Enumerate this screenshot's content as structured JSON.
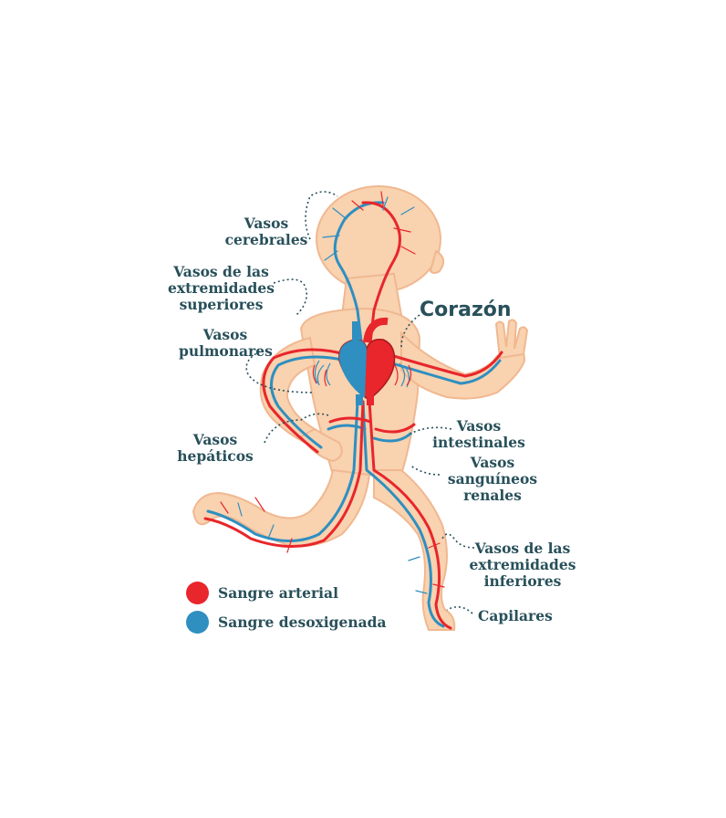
{
  "labels": {
    "vasos_cerebrales": [
      "Vasos",
      "cerebrales"
    ],
    "extremidades_superiores": [
      "Vasos de las",
      "extremidades",
      "superiores"
    ],
    "corazon": "Corazón",
    "pulmonares": [
      "Vasos",
      "pulmonares"
    ],
    "hepaticos": [
      "Vasos",
      "hepáticos"
    ],
    "intestinales": [
      "Vasos",
      "intestinales"
    ],
    "renales": [
      "Vasos",
      "sanguíneos",
      "renales"
    ],
    "extremidades_inferiores": [
      "Vasos de las",
      "extremidades",
      "inferiores"
    ],
    "capilares": "Capilares"
  },
  "legend": [
    {
      "label": "Sangre arterial",
      "color": "#e8262b"
    },
    {
      "label": "Sangre desoxigenada",
      "color": "#2e8fc0"
    }
  ],
  "colors": {
    "skin": "#f9d2b0",
    "skin_outline": "#f0b890",
    "artery": "#e8262b",
    "vein": "#2e8fc0",
    "text": "#28505a"
  }
}
